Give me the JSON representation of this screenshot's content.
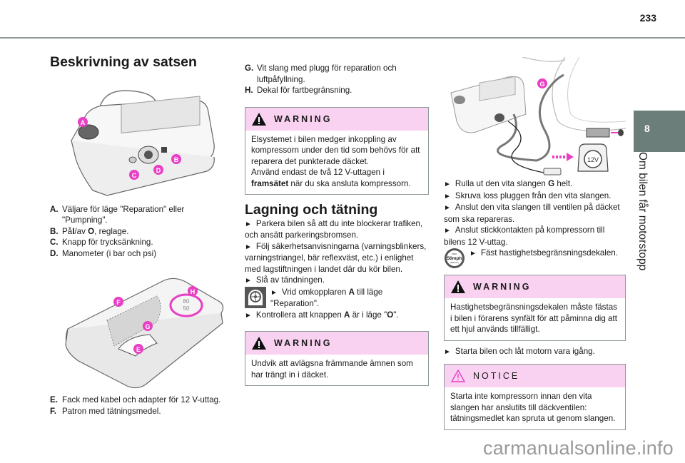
{
  "page_number": "233",
  "chapter": {
    "number": "8",
    "title": "Om bilen får motorstopp"
  },
  "colors": {
    "accent_pink": "#e83fc4",
    "warning_header": "#f9d2f1",
    "tab": "#6b7e7a",
    "rule": "#8d9896"
  },
  "section1": {
    "title": "Beskrivning av satsen",
    "figure1_callouts": [
      "A",
      "B",
      "C",
      "D"
    ],
    "legend1": [
      {
        "key": "A.",
        "text": "Väljare för läge \"Reparation\" eller \"Pumpning\"."
      },
      {
        "key": "B.",
        "pre": "På",
        "bold1": "I",
        "mid": "/av ",
        "bold2": "O",
        "post": ", reglage."
      },
      {
        "key": "C.",
        "text": "Knapp för trycksänkning."
      },
      {
        "key": "D.",
        "text": "Manometer (i bar och psi)"
      }
    ],
    "figure2_callouts": [
      "F",
      "H",
      "G",
      "E"
    ],
    "figure2_decal": [
      "80",
      "50"
    ],
    "legend2": [
      {
        "key": "E.",
        "text": "Fack med kabel och adapter för 12 V-uttag."
      },
      {
        "key": "F.",
        "text": "Patron med tätningsmedel."
      }
    ],
    "legend3": [
      {
        "key": "G.",
        "text": "Vit slang med plugg för reparation och luftpåfyllning."
      },
      {
        "key": "H.",
        "text": "Dekal för fartbegränsning."
      }
    ]
  },
  "warning1": {
    "title": "WARNING",
    "text1": "Elsystemet i bilen medger inkoppling av kompressorn under den tid som behövs för att reparera det punkterade däcket.",
    "text2": "Använd endast de två 12 V-uttagen i ",
    "bold": "framsätet",
    "text3": " när du ska ansluta kompressorn."
  },
  "section2": {
    "title": "Lagning och tätning",
    "bullet": "►",
    "steps": [
      "Parkera bilen så att du inte blockerar trafiken, och ansätt parkeringsbromsen.",
      "Följ säkerhetsanvisningarna (varningsblinkers, varningstriangel, bär reflexväst, etc.) i enlighet med lagstiftningen i landet där du kör bilen.",
      "Slå av tändningen."
    ],
    "step_icon": {
      "pre": "Vrid omkopplaren ",
      "bold": "A",
      "post": " till läge \"Reparation\"."
    },
    "step_check": {
      "pre": "Kontrollera att knappen ",
      "bold": "A",
      "mid": " är i läge \"",
      "bold2": "O",
      "post": "\"."
    }
  },
  "warning2": {
    "title": "WARNING",
    "text": "Undvik att avlägsna främmande ämnen som har trängt in i däcket."
  },
  "section3": {
    "figure_callout": "G",
    "socket_label": "12V",
    "steps": [
      {
        "pre": "Rulla ut den vita slangen ",
        "bold": "G",
        "post": " helt."
      },
      {
        "pre": "Skruva loss pluggen från den vita slangen."
      },
      {
        "pre": "Anslut den vita slangen till ventilen på däcket som ska repareras."
      },
      {
        "pre": "Anslut stickkontakten på kompressorn till bilens 12 V-uttag."
      }
    ],
    "decal_step": "Fäst hastighetsbegränsningsdekalen.",
    "decal_icon": {
      "line1": "max.",
      "line2": "50mph",
      "line3": "(80km/h)"
    },
    "after_warning_step": "Starta bilen och låt motorn vara igång."
  },
  "warning3": {
    "title": "WARNING",
    "text": "Hastighetsbegränsningsdekalen måste fästas i bilen i förarens synfält för att påminna dig att ett hjul används tillfälligt."
  },
  "notice": {
    "title": "NOTICE",
    "text": "Starta inte kompressorn innan den vita slangen har anslutits till däckventilen: tätningsmedlet kan spruta ut genom slangen."
  },
  "watermark": "carmanualsonline.info"
}
